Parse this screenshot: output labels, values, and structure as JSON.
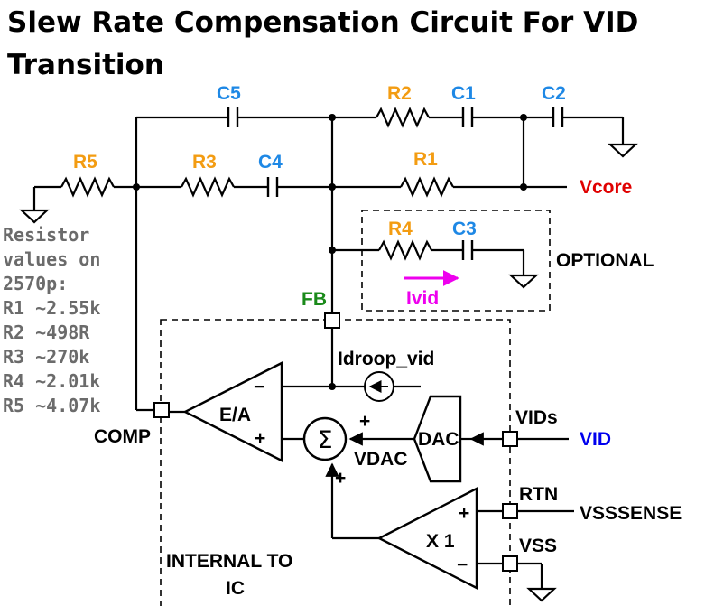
{
  "title": {
    "line1": "Slew Rate Compensation Circuit For VID",
    "line2": "Transition"
  },
  "colors": {
    "resistor": "#f39c12",
    "capacitor": "#1e88e5",
    "vcore": "#e00000",
    "vid": "#0000ee",
    "fb": "#1a8a1a",
    "ivid": "#ee00ee",
    "note": "#6b6b6b"
  },
  "components": {
    "r1": "R1",
    "r2": "R2",
    "r3": "R3",
    "r4": "R4",
    "r5": "R5",
    "c1": "C1",
    "c2": "C2",
    "c3": "C3",
    "c4": "C4",
    "c5": "C5"
  },
  "nets": {
    "vcore": "Vcore",
    "fb": "FB",
    "comp": "COMP",
    "vid": "VID",
    "vids": "VIDs",
    "rtn": "RTN",
    "vsssense": "VSSSENSE",
    "vss": "VSS",
    "vdac": "VDAC"
  },
  "blocks": {
    "optional": "OPTIONAL",
    "ivid": "Ivid",
    "idroop": "Idroop_vid",
    "ea": "E/A",
    "dac": "DAC",
    "buffer": "X 1",
    "sum": "Σ",
    "internal_line1": "INTERNAL TO",
    "internal_line2": "IC",
    "minus": "−",
    "plus": "+"
  },
  "note": {
    "lines": [
      "Resistor",
      "values on",
      "2570p:",
      "R1 ~2.55k",
      "R2 ~498R",
      "R3 ~270k",
      "R4 ~2.01k",
      "R5 ~4.07k"
    ]
  }
}
